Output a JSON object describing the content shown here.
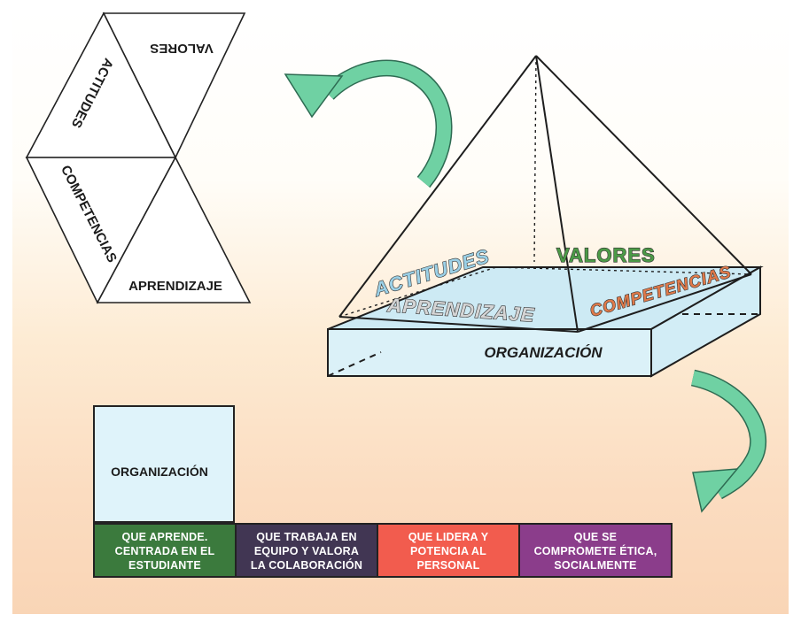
{
  "triangles": {
    "valores": "VALORES",
    "actitudes": "ACTITUDES",
    "competencias": "COMPETENCIAS",
    "aprendizaje": "APRENDIZAJE"
  },
  "pyramid": {
    "actitudes": "ACTITUDES",
    "valores": "VALORES",
    "competencias": "COMPETENCIAS",
    "aprendizaje": "APRENDIZAJE",
    "organizacion": "ORGANIZACIÓN"
  },
  "organizacion_box": {
    "label": "ORGANIZACIÓN"
  },
  "qualities": [
    {
      "text": "QUE APRENDE.\nCENTRADA EN EL\nESTUDIANTE",
      "color": "#3b7a3d"
    },
    {
      "text": "QUE TRABAJA EN\nEQUIPO Y VALORA\nLA COLABORACIÓN",
      "color": "#413653"
    },
    {
      "text": "QUE LIDERA  Y\nPOTENCIA AL\nPERSONAL",
      "color": "#f25c4e"
    },
    {
      "text": "QUE SE\nCOMPROMETE ÉTICA,\nSOCIALMENTE",
      "color": "#8b3d8b"
    }
  ],
  "colors": {
    "arrow": "#6fd1a3",
    "slab_top": "#cdeaf4",
    "actitudes_label": "#9bd0e6",
    "valores_label": "#4c9a47",
    "competencias_label": "#e07a4a",
    "aprendizaje_label": "#c9c9c9"
  }
}
